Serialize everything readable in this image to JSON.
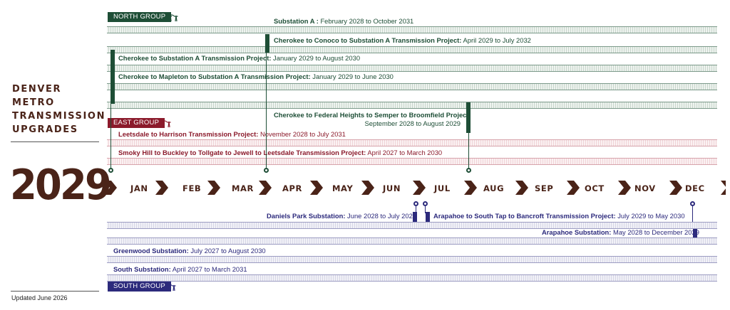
{
  "title": "DENVER METRO TRANSMISSION UPGRADES",
  "year": "2029",
  "updated": "Updated June 2026",
  "groups": {
    "north": "NORTH GROUP",
    "east": "EAST GROUP",
    "south": "SOUTH GROUP"
  },
  "months": [
    "JAN",
    "FEB",
    "MAR",
    "APR",
    "MAY",
    "JUN",
    "JUL",
    "AUG",
    "SEP",
    "OCT",
    "NOV",
    "DEC"
  ],
  "colors": {
    "north": "#1e4e36",
    "east": "#8b1a2b",
    "south": "#2c2a7c",
    "axis": "#4a2318"
  },
  "icons": [
    "transmission-tower-icon"
  ],
  "projects": {
    "p1": {
      "name": "Substation A :",
      "dates": " February 2028 to October 2031"
    },
    "p2": {
      "name": "Cherokee to Conoco to Substation A Transmission Project:",
      "dates": " April 2029 to July 2032"
    },
    "p3": {
      "name": "Cherokee to Substation A Transmission Project:",
      "dates": " January 2029 to August 2030"
    },
    "p4": {
      "name": "Cherokee to Mapleton to Substation A Transmission Project:",
      "dates": " January 2029 to June 2030"
    },
    "p5": {
      "name": "Cherokee to Federal Heights to Semper to Broomfield Project:",
      "dates": "September 2028 to August 2029"
    },
    "p6": {
      "name": "Leetsdale to Harrison Transmission Project:",
      "dates": " November 2028 to July 2031"
    },
    "p7": {
      "name": "Smoky Hill to Buckley to Tollgate to Jewell to Leetsdale Transmission Project:",
      "dates": " April 2027 to March 2030"
    },
    "p8": {
      "name": "Daniels Park Substation:",
      "dates": " June 2028 to July 2029"
    },
    "p9": {
      "name": "Arapahoe to South Tap to Bancroft Transmission Project:",
      "dates": " July 2029 to May 2030"
    },
    "p10": {
      "name": "Arapahoe Substation:",
      "dates": "  May 2028 to December 2029"
    },
    "p11": {
      "name": "Greenwood Substation:",
      "dates": " July 2027 to August 2030"
    },
    "p12": {
      "name": "South Substation:",
      "dates": " April 2027 to March 2031"
    }
  }
}
